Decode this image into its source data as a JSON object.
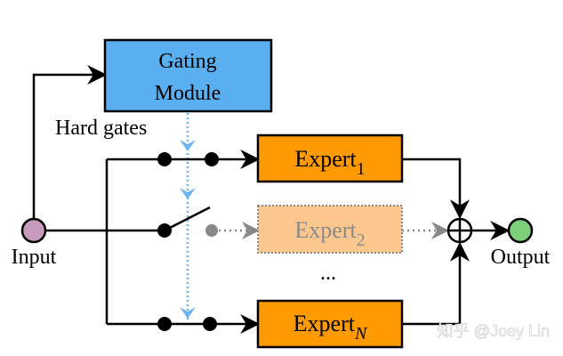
{
  "colors": {
    "gating_fill": "#5aaff0",
    "expert_fill": "#ff9a00",
    "expert_faded_fill": "#fbc78f",
    "input_node": "#c79bbd",
    "output_node": "#7fd07a",
    "hard_gate_line": "#6fb3ef",
    "wire": "#000000",
    "inactive_wire": "#888888"
  },
  "gating": {
    "line1": "Gating",
    "line2": "Module"
  },
  "hard_gates_label": "Hard gates",
  "experts": [
    {
      "name": "Expert",
      "subscript": "1",
      "active": true
    },
    {
      "name": "Expert",
      "subscript": "2",
      "active": false
    },
    {
      "name": "Expert",
      "subscript": "N",
      "active": true
    }
  ],
  "ellipsis": "...",
  "input_label": "Input",
  "output_label": "Output",
  "watermark": "知乎 @Joey Lin"
}
